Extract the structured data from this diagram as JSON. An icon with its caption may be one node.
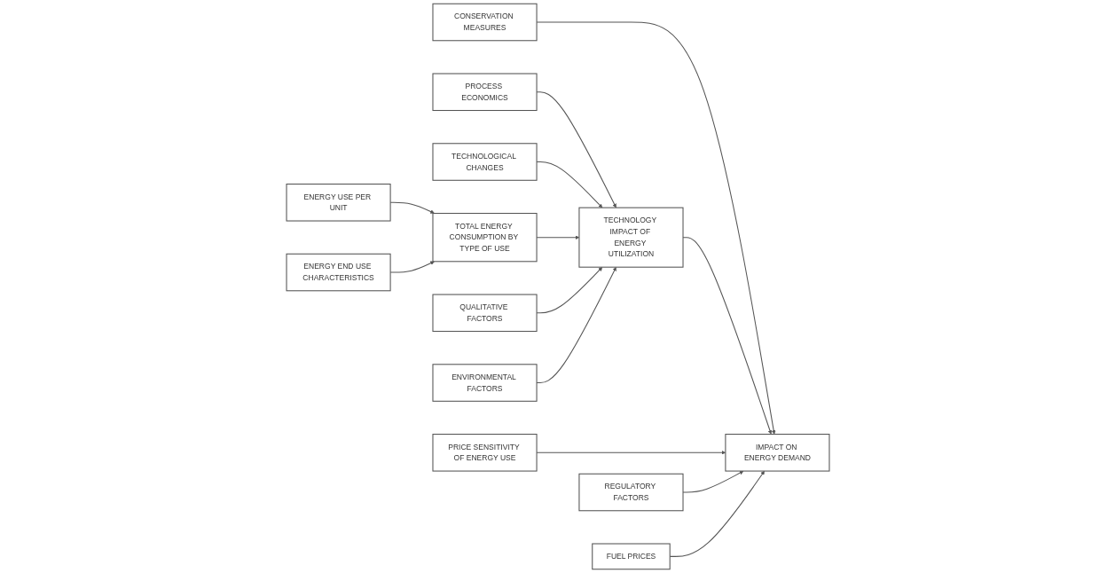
{
  "diagram": {
    "nodes": [
      {
        "text": [
          "PROCESS ECONOMICS"
        ]
      },
      {
        "text": [
          "TECHNOLOGICAL CHANGES"
        ]
      },
      {
        "text": [
          "CONSERVATION MEASURES"
        ]
      },
      {
        "text": [
          "REGULATORY FACTORS"
        ]
      },
      {
        "text": [
          "ENERGY USE PER UNIT"
        ]
      },
      {
        "text": [
          "TOTAL ENERGY CONSUMPTION BY TYPE OF USE"
        ]
      },
      {
        "text": [
          "TECHNOLOGY IMPACT OF ENERGY UTILIZATION"
        ]
      },
      {
        "text": [
          "IMPACT ON ENERGY DEMAND"
        ]
      },
      {
        "text": [
          "ENERGY END USE CHARACTERISTICS"
        ]
      },
      {
        "text": [
          "QUALITATIVE FACTORS"
        ]
      },
      {
        "text": [
          "ENVIRONMENTAL FACTORS"
        ]
      },
      {
        "text": [
          "PRICE SENSITIVITY OF ENERGY USE"
        ]
      },
      {
        "text": [
          "FUEL PRICES"
        ]
      }
    ],
    "edges": [
      {
        "from": 0,
        "to": 6,
        "arrow": "to"
      },
      {
        "from": 1,
        "to": 6,
        "arrow": "to"
      },
      {
        "from": 4,
        "to": 5,
        "arrow": "to"
      },
      {
        "from": 8,
        "to": 5,
        "arrow": "to"
      },
      {
        "from": 5,
        "to": 6,
        "arrow": "to"
      },
      {
        "from": 9,
        "to": 6,
        "arrow": "to"
      },
      {
        "from": 10,
        "to": 6,
        "arrow": "to"
      },
      {
        "from": 2,
        "to": 7,
        "arrow": "to"
      },
      {
        "from": 6,
        "to": 7,
        "arrow": "to"
      },
      {
        "from": 11,
        "to": 7,
        "arrow": "to"
      },
      {
        "from": 3,
        "to": 7,
        "arrow": "to"
      },
      {
        "from": 12,
        "to": 7,
        "arrow": "to"
      }
    ]
  }
}
